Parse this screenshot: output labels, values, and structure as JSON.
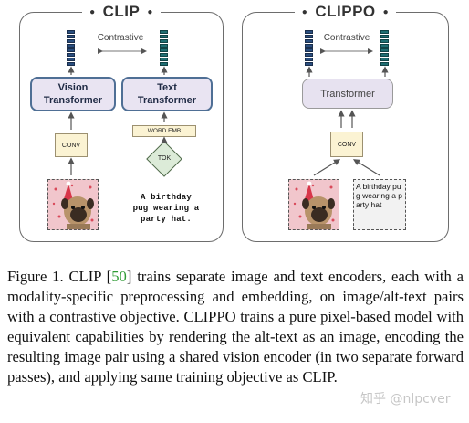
{
  "figure": {
    "clip": {
      "title": "CLIP",
      "contrastive_label": "Contrastive",
      "vision_encoder": {
        "line1": "Vision",
        "line2": "Transformer"
      },
      "text_encoder": {
        "line1": "Text",
        "line2": "Transformer"
      },
      "conv_label": "CONV",
      "word_emb_label": "WORD EMB",
      "tok_label": "TOK",
      "alt_text": {
        "line1": "A birthday",
        "line2": "pug wearing a",
        "line3": "party hat."
      }
    },
    "clippo": {
      "title": "CLIPPO",
      "contrastive_label": "Contrastive",
      "encoder_label": "Transformer",
      "conv_label": "CONV",
      "rendered_text": {
        "line1": "A birthday pu",
        "line2": "g wearing a p",
        "line3": "arty hat"
      }
    }
  },
  "caption": {
    "figure_label": "Figure 1.",
    "text_before_ref": "CLIP [",
    "ref": "50",
    "text_after_ref": "] trains separate image and text encoders, each with a modality-specific preprocessing and embedding, on image/alt-text pairs with a contrastive objective. CLIPPO trains a pure pixel-based model with equivalent capabilities by rendering the alt-text as an image, encoding the resulting image pair using a shared vision encoder (in two separate forward passes), and applying same training objective as CLIP."
  },
  "watermark": "知乎 @nlpcver",
  "colors": {
    "embedding_navy": "#2a4e7f",
    "embedding_teal": "#1f6f73",
    "encoder_fill": "#e9e4f2",
    "conv_fill": "#fbf3d3",
    "tok_fill": "#dcebd8",
    "ref_green": "#2e9b34"
  }
}
